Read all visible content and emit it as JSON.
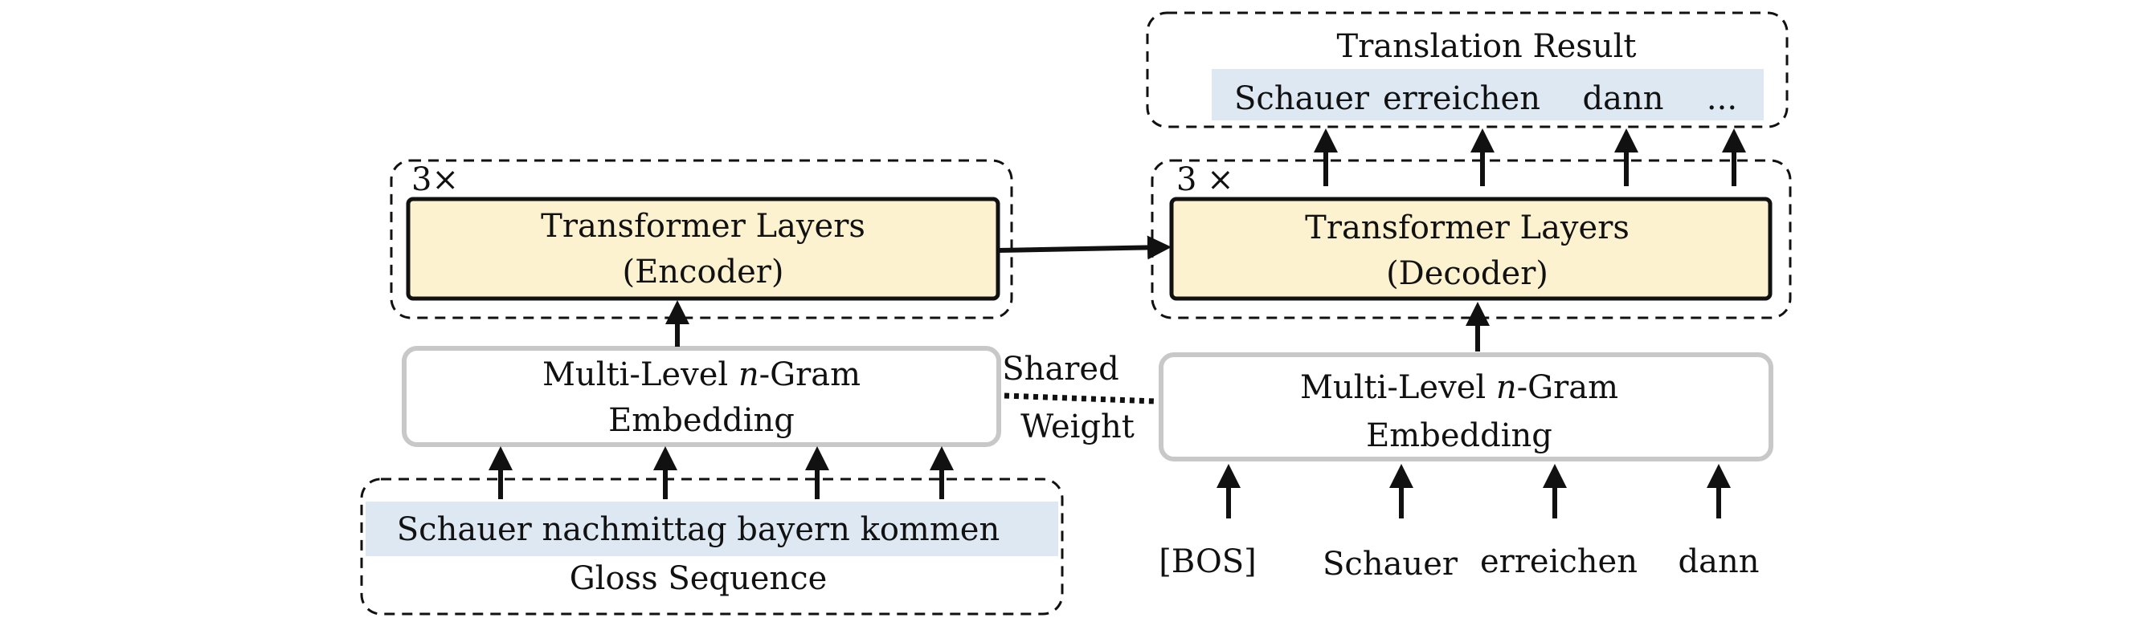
{
  "encoder": {
    "repeat": "3×",
    "layers_title": "Transformer Layers",
    "layers_sub": "(Encoder)",
    "embedding_line1_a": "Multi-Level",
    "embedding_line1_n": "n",
    "embedding_line1_b": "-Gram",
    "embedding_line2": "Embedding",
    "input_tokens": "Schauer nachmittag bayern kommen",
    "input_label": "Gloss Sequence"
  },
  "shared": {
    "line1": "Shared",
    "line2": "Weight"
  },
  "decoder": {
    "repeat": "3 ×",
    "layers_title": "Transformer Layers",
    "layers_sub": "(Decoder)",
    "embedding_line1_a": "Multi-Level",
    "embedding_line1_n": "n",
    "embedding_line1_b": "-Gram",
    "embedding_line2": "Embedding",
    "inputs": [
      "[BOS]",
      "Schauer",
      "erreichen",
      "dann"
    ]
  },
  "output": {
    "title": "Translation Result",
    "tokens": [
      "Schauer",
      "erreichen",
      "dann",
      "..."
    ]
  },
  "colors": {
    "layer_fill": "#fdf2d0",
    "token_highlight": "#dde8f3",
    "embedding_border": "#c8c8c8"
  }
}
